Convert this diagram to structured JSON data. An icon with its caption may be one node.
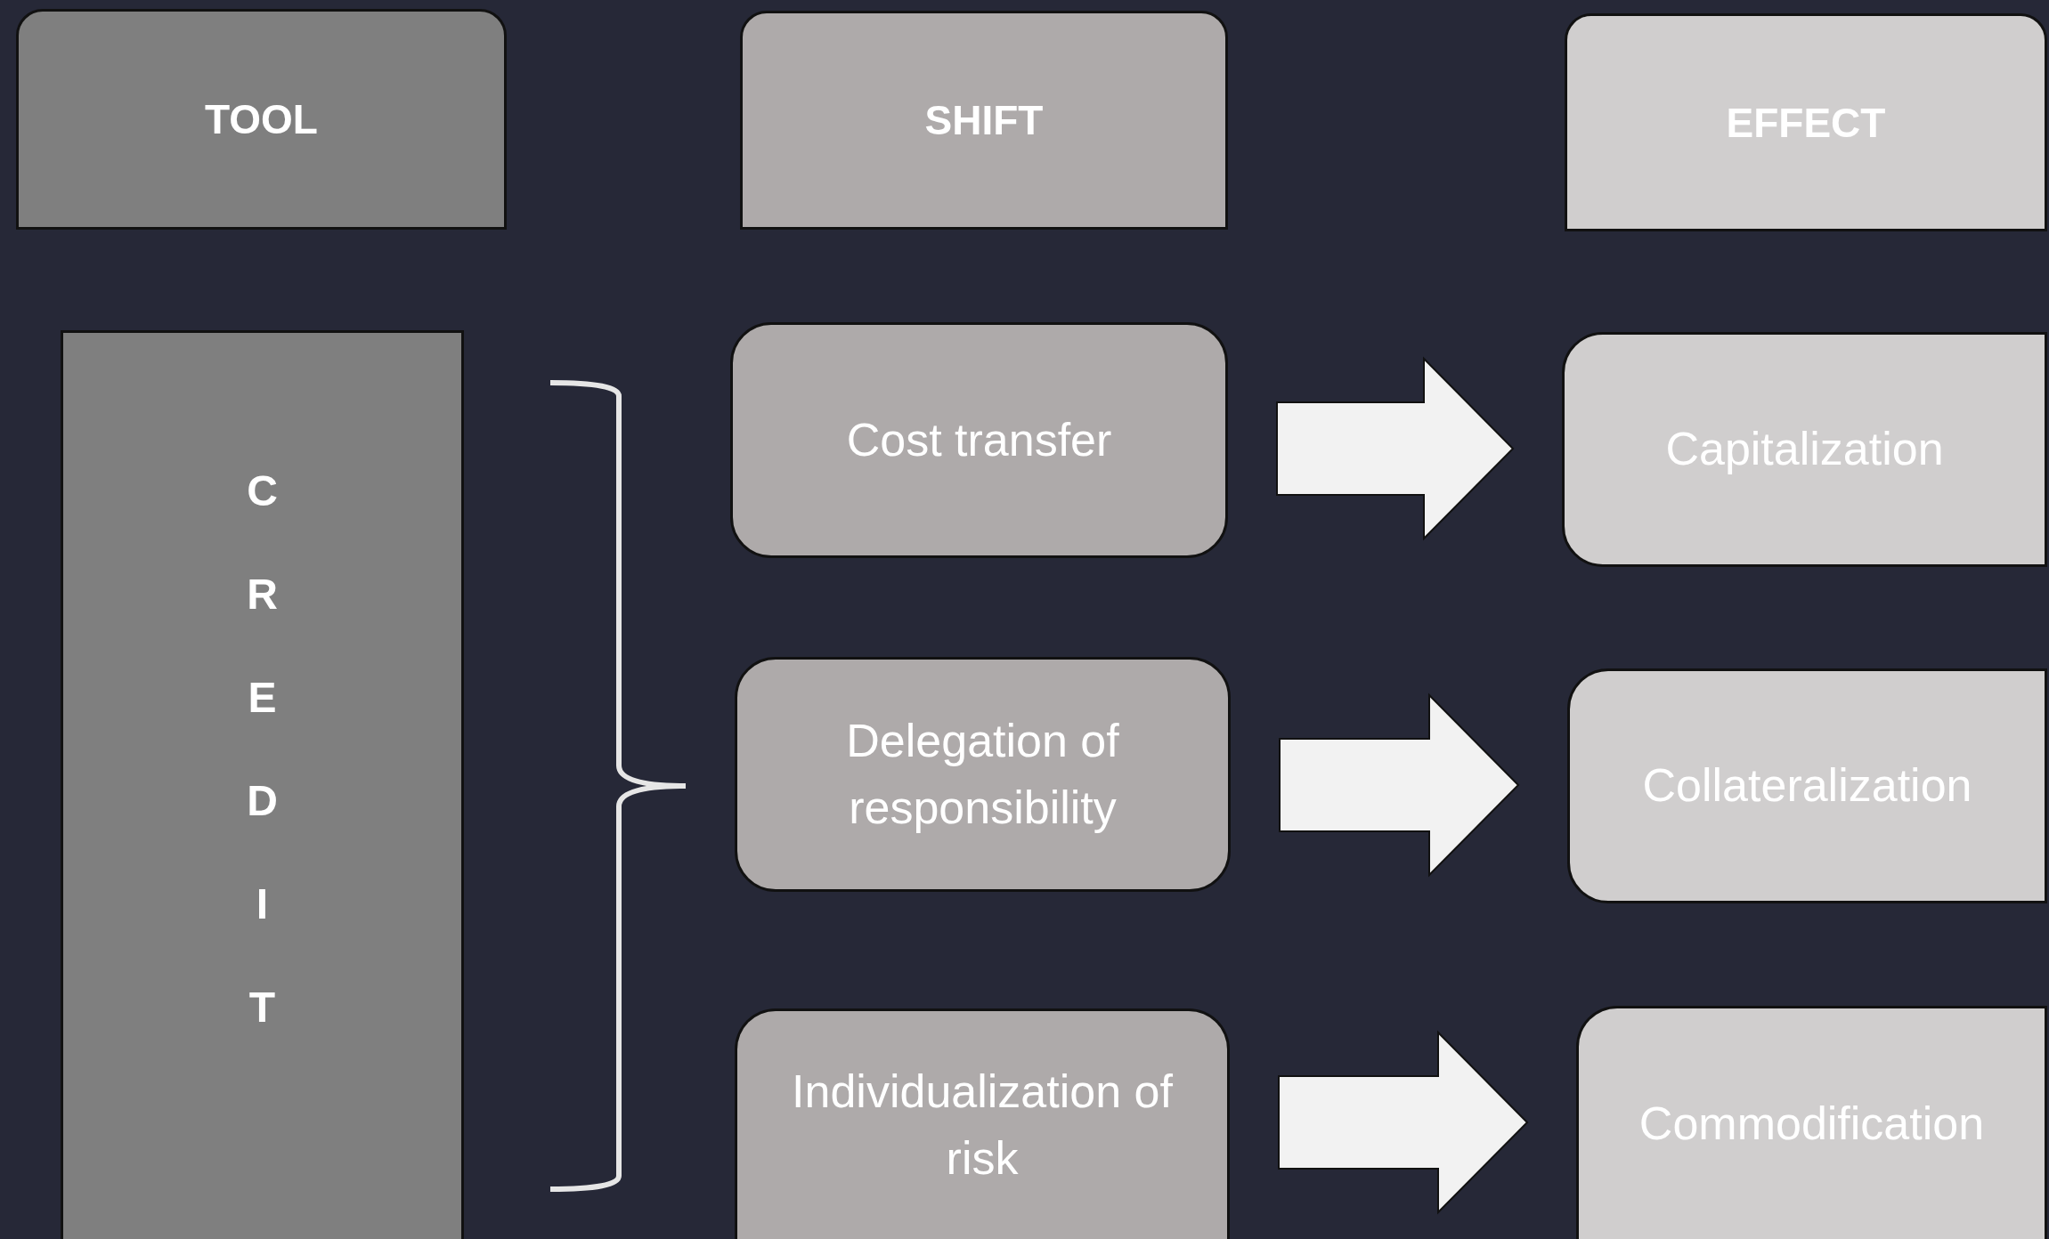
{
  "diagram": {
    "nodes": [
      {
        "text": [
          "TOOL"
        ]
      },
      {
        "text": [
          "SHIFT"
        ]
      },
      {
        "text": [
          "EFFECT"
        ]
      },
      {
        "text": [
          "CREDIT"
        ]
      },
      {
        "text": [
          "Cost transfer"
        ]
      },
      {
        "text": [
          "Delegation of responsibility"
        ]
      },
      {
        "text": [
          "Individualization of risk"
        ]
      },
      {
        "text": [
          "Capitalization"
        ]
      },
      {
        "text": [
          "Collateralization"
        ]
      },
      {
        "text": [
          "Commodification"
        ]
      }
    ],
    "edges": [
      {
        "from": 4,
        "to": 7,
        "arrow": "to"
      },
      {
        "from": 5,
        "to": 8,
        "arrow": "to"
      },
      {
        "from": 6,
        "to": 9,
        "arrow": "to"
      }
    ]
  }
}
